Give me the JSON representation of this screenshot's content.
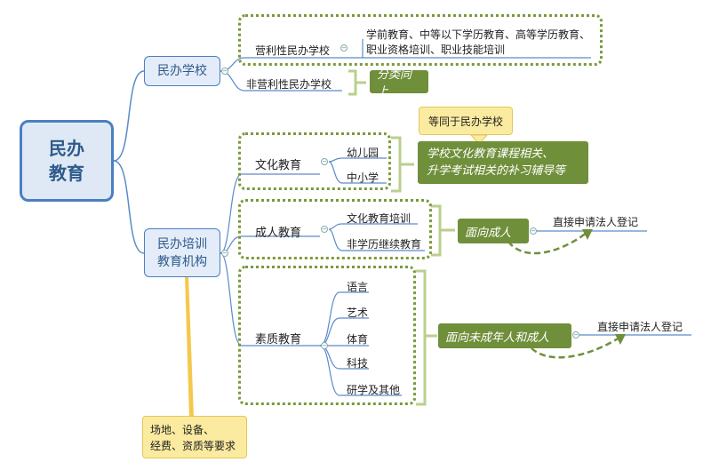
{
  "root": {
    "line1": "民办",
    "line2": "教育"
  },
  "schools": {
    "label": "民办学校",
    "for_profit": {
      "label": "营利性民办学校",
      "detail_line1": "学前教育、中等以下学历教育、高等学历教育、",
      "detail_line2": "职业资格培训、职业技能培训"
    },
    "non_profit": {
      "label": "非营利性民办学校",
      "summary": "分类同上"
    }
  },
  "training": {
    "label_line1": "民办培训",
    "label_line2": "教育机构",
    "culture": {
      "label": "文化教育",
      "items": [
        "幼儿园",
        "中小学"
      ],
      "note": "等同于民办学校",
      "summary_line1": "学校文化教育课程相关、",
      "summary_line2": "升学考试相关的补习辅导等"
    },
    "adult": {
      "label": "成人教育",
      "items": [
        "文化教育培训",
        "非学历继续教育"
      ],
      "summary": "面向成人",
      "action": "直接申请法人登记"
    },
    "quality": {
      "label": "素质教育",
      "items": [
        "语言",
        "艺术",
        "体育",
        "科技",
        "研学及其他"
      ],
      "summary": "面向未成年人和成人",
      "action": "直接申请法人登记"
    },
    "note_line1": "场地、设备、",
    "note_line2": "经费、资质等要求"
  },
  "colors": {
    "accent_blue": "#4a7fc1",
    "green": "#6f8f3a",
    "note_yellow": "#fbeba0"
  }
}
